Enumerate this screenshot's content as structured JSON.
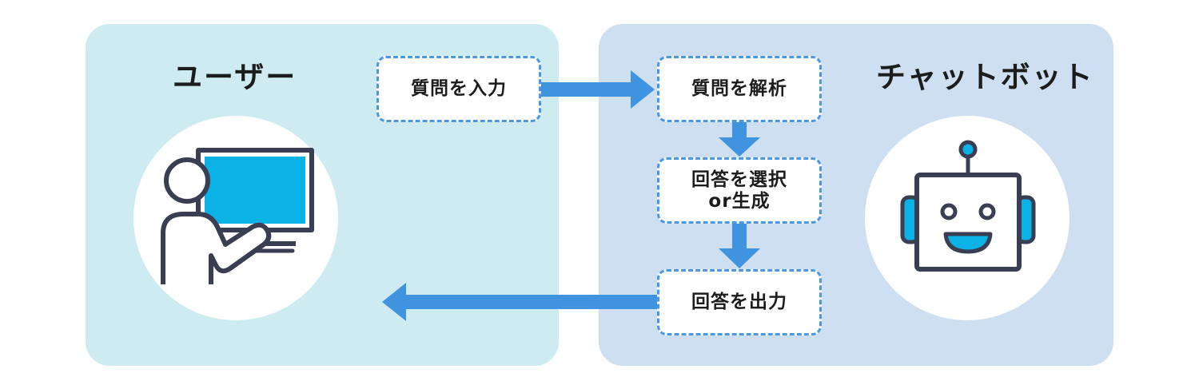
{
  "colors": {
    "user_panel": "#cdebf0",
    "bot_panel": "#cddff0",
    "arrow": "#3f93df",
    "accent": "#0ab2e6",
    "outline": "#3a3e52"
  },
  "user": {
    "title": "ユーザー",
    "icon": "user-at-computer-icon"
  },
  "bot": {
    "title": "チャットボット",
    "icon": "robot-icon"
  },
  "steps": {
    "input": "質問を入力",
    "analyze": "質問を解析",
    "select_line1": "回答を選択",
    "select_line2": "or生成",
    "output": "回答を出力"
  }
}
